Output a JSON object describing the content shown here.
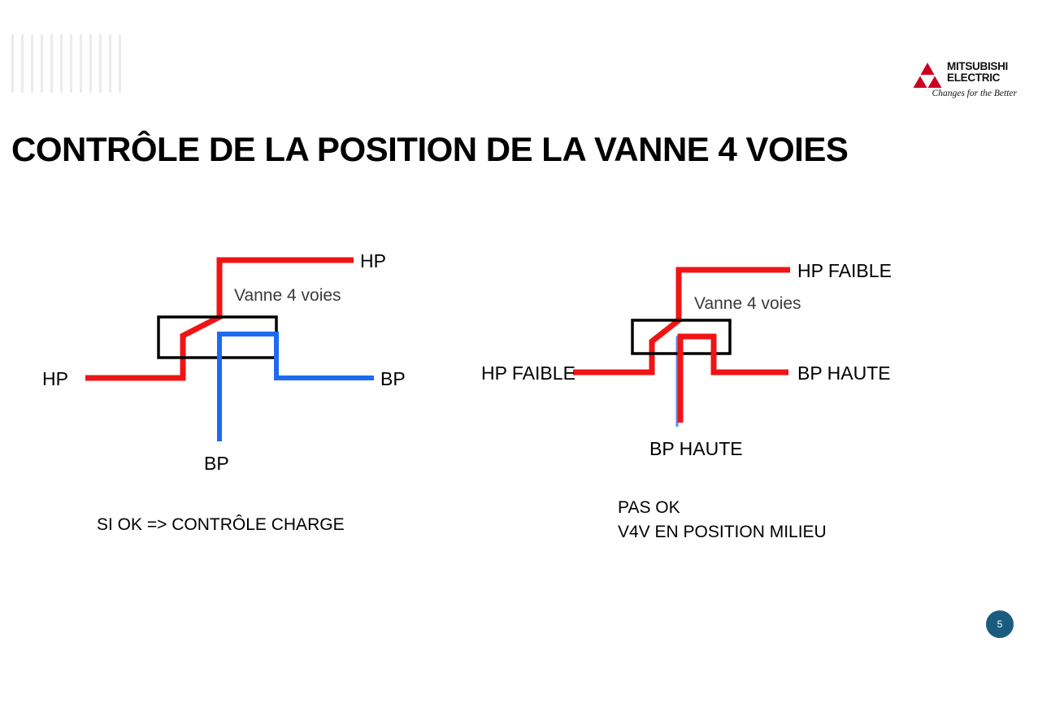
{
  "slide": {
    "title": "CONTRÔLE DE LA POSITION DE LA VANNE 4 VOIES",
    "page_number": "5",
    "background_color": "#ffffff",
    "title_color": "#000000",
    "badge_color": "#1a5c7d",
    "hatch_line_color": "#ebebeb",
    "hatch_line_count": 12
  },
  "logo": {
    "brand_line1": "MITSUBISHI",
    "brand_line2": "ELECTRIC",
    "tagline": "Changes for the Better",
    "mark_color": "#cc0022",
    "text_color": "#111111"
  },
  "colors": {
    "red": "#f01414",
    "blue": "#1e6bf0",
    "box_stroke": "#000000",
    "label_text": "#000000",
    "valve_text": "#3b3b3b"
  },
  "diagrams": [
    {
      "id": "left",
      "valve_label": "Vanne 4 voies",
      "ports": {
        "top_right": {
          "label": "HP",
          "color": "#f01414"
        },
        "left": {
          "label": "HP",
          "color": "#f01414"
        },
        "right": {
          "label": "BP",
          "color": "#1e6bf0"
        },
        "bottom": {
          "label": "BP",
          "color": "#1e6bf0"
        }
      },
      "caption": "SI OK => CONTRÔLE CHARGE"
    },
    {
      "id": "right",
      "valve_label": "Vanne 4 voies",
      "ports": {
        "top_right": {
          "label": "HP FAIBLE",
          "color": "#f01414"
        },
        "left": {
          "label": "HP FAIBLE",
          "color": "#f01414"
        },
        "right": {
          "label": "BP HAUTE",
          "color": "#f01414"
        },
        "bottom": {
          "label": "BP HAUTE",
          "color": "#f01414"
        }
      },
      "caption": "PAS OK\nV4V EN POSITION MILIEU"
    }
  ]
}
